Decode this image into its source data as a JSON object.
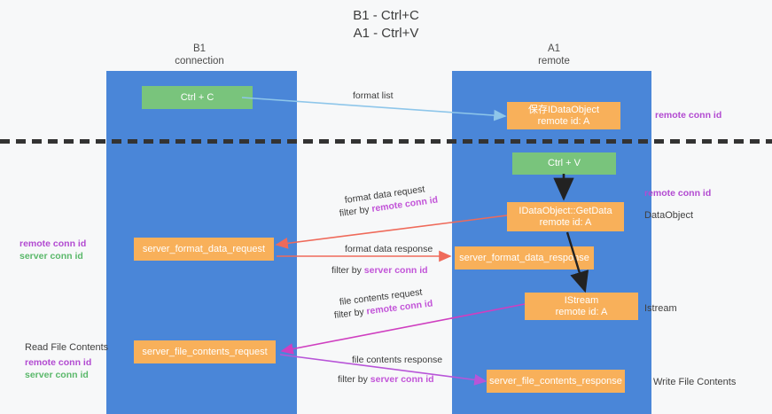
{
  "title": {
    "line1": "B1 - Ctrl+C",
    "line2": "A1 - Ctrl+V"
  },
  "columns": {
    "left": {
      "name": "B1",
      "role": "connection"
    },
    "right": {
      "name": "A1",
      "role": "remote"
    }
  },
  "colors": {
    "lane": "#4a86d8",
    "green_box": "#79c47c",
    "orange_box": "#f8b05a",
    "remote_conn_id": "#b24ad1",
    "server_conn_id": "#5ab86a",
    "arrow_blue": "#8ec6ea",
    "arrow_red": "#ef6a5a",
    "arrow_magenta": "#cf3fc0",
    "arrow_purple": "#b855d8",
    "arrow_black": "#222222",
    "separator": "#333333"
  },
  "boxes": {
    "ctrl_c": {
      "label": "Ctrl + C",
      "style": "green"
    },
    "ctrl_v": {
      "label": "Ctrl + V",
      "style": "green"
    },
    "data_object_remote": {
      "line1": "保存IDataObject",
      "line2": "remote id: A",
      "style": "orange"
    },
    "getdata": {
      "line1": "IDataObject::GetData",
      "line2": "remote id: A",
      "style": "orange"
    },
    "istream": {
      "line1": "IStream",
      "line2": "remote id: A",
      "style": "orange"
    },
    "server_format_data_request": {
      "label": "server_format_data_request",
      "style": "orange"
    },
    "server_format_data_response": {
      "label": "server_format_data_response",
      "style": "orange"
    },
    "server_file_contents_request": {
      "label": "server_file_contents_request",
      "style": "orange"
    },
    "server_file_contents_response": {
      "label": "server_file_contents_response",
      "style": "orange"
    }
  },
  "arrow_labels": {
    "format_list": "format list",
    "format_data_request": "format data request",
    "format_data_request_filter_prefix": "filter by ",
    "format_data_request_filter_tag": "remote conn id",
    "format_data_response": "format data response",
    "format_data_response_filter_prefix": "filter by ",
    "format_data_response_filter_tag": "server conn id",
    "file_contents_request": "file contents request",
    "file_contents_request_filter_prefix": "filter by ",
    "file_contents_request_filter_tag": "remote conn id",
    "file_contents_response": "file contents response",
    "file_contents_response_filter_prefix": "filter by ",
    "file_contents_response_filter_tag": "server conn id"
  },
  "annotations": {
    "right_remote_conn_id_top": "remote conn id",
    "right_remote_conn_id_mid": "remote conn id",
    "right_data_object": "DataObject",
    "right_istream": "Istream",
    "right_write_file_contents": "Write File Contents",
    "left_read_file_contents": "Read File Contents",
    "left_ids_mid": {
      "remote": "remote conn id",
      "server": "server conn id"
    },
    "left_ids_low": {
      "remote": "remote conn id",
      "server": "server conn id"
    }
  }
}
